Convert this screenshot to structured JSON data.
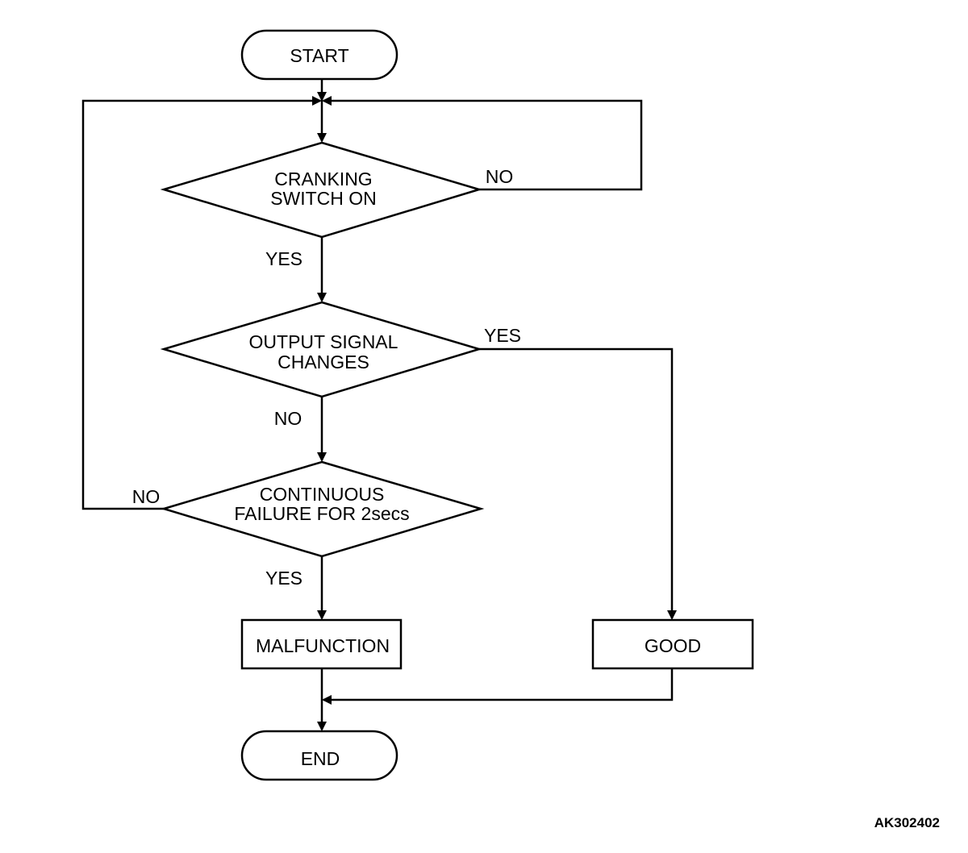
{
  "nodes": {
    "start": {
      "label": "START"
    },
    "cranking": {
      "line1": "CRANKING",
      "line2": "SWITCH ON"
    },
    "output": {
      "line1": "OUTPUT SIGNAL",
      "line2": "CHANGES"
    },
    "continuous": {
      "line1": "CONTINUOUS",
      "line2": "FAILURE FOR 2secs"
    },
    "malfunction": {
      "label": "MALFUNCTION"
    },
    "good": {
      "label": "GOOD"
    },
    "end": {
      "label": "END"
    }
  },
  "edges": {
    "cranking_yes": "YES",
    "cranking_no": "NO",
    "output_yes": "YES",
    "output_no": "NO",
    "continuous_yes": "YES",
    "continuous_no": "NO"
  },
  "reference_code": "AK302402",
  "colors": {
    "stroke": "#000000",
    "background": "#ffffff"
  }
}
